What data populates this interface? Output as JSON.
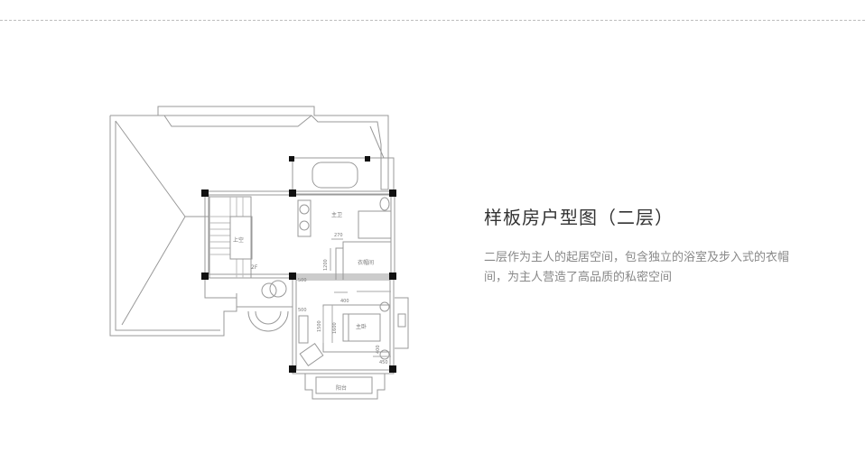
{
  "title": "样板房户型图（二层）",
  "description": "二层作为主人的起居空间，包含独立的浴室及步入式的衣帽间，为主人营造了高品质的私密空间",
  "plan_labels": {
    "master_bath": "主卫",
    "void": "上空",
    "floor": "2F",
    "closet": "衣帽间",
    "master_bedroom": "主卧",
    "balcony": "阳台",
    "dim_270": "270",
    "dim_1200": "1200",
    "dim_500a": "500",
    "dim_500b": "500",
    "dim_1500": "1500",
    "dim_400": "400",
    "dim_1600": "1600",
    "dim_400b": "400",
    "dim_450": "450"
  }
}
